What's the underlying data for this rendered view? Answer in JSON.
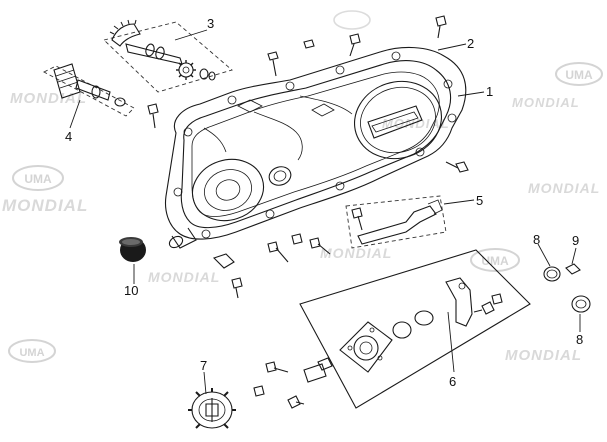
{
  "watermark": {
    "brand_short": "UMA",
    "brand_long": "MONDIAL"
  },
  "callouts": [
    "1",
    "2",
    "3",
    "4",
    "5",
    "6",
    "7",
    "8",
    "9",
    "8",
    "10"
  ],
  "icons": {
    "bolt": "bolt-icon",
    "plug": "rubber-plug-icon",
    "gear": "gear-icon"
  }
}
